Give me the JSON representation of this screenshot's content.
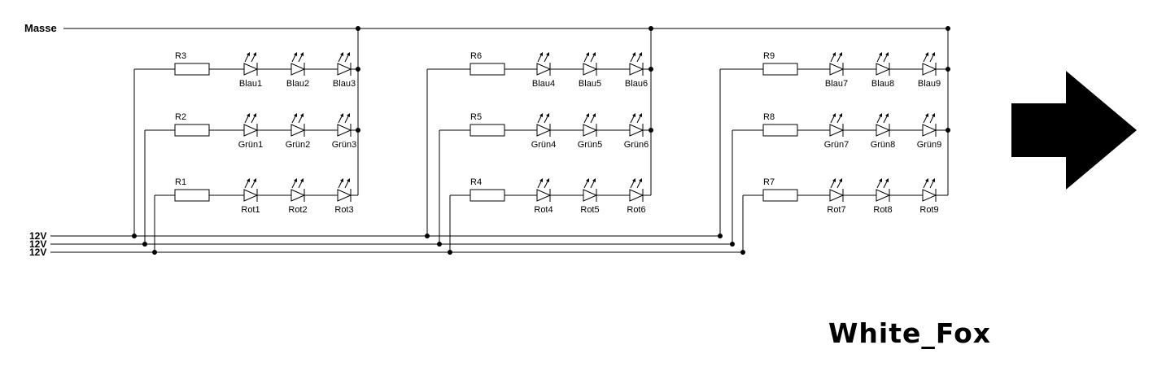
{
  "diagram": {
    "ground_label": "Masse",
    "supply_labels": [
      "12V",
      "12V",
      "12V"
    ],
    "watermark": "White_Fox",
    "colors": {
      "stroke": "#000000",
      "background": "#ffffff"
    },
    "groups": [
      {
        "rows": [
          {
            "resistor": "R3",
            "leds": [
              "Blau1",
              "Blau2",
              "Blau3"
            ]
          },
          {
            "resistor": "R2",
            "leds": [
              "Grün1",
              "Grün2",
              "Grün3"
            ]
          },
          {
            "resistor": "R1",
            "leds": [
              "Rot1",
              "Rot2",
              "Rot3"
            ]
          }
        ]
      },
      {
        "rows": [
          {
            "resistor": "R6",
            "leds": [
              "Blau4",
              "Blau5",
              "Blau6"
            ]
          },
          {
            "resistor": "R5",
            "leds": [
              "Grün4",
              "Grün5",
              "Grün6"
            ]
          },
          {
            "resistor": "R4",
            "leds": [
              "Rot4",
              "Rot5",
              "Rot6"
            ]
          }
        ]
      },
      {
        "rows": [
          {
            "resistor": "R9",
            "leds": [
              "Blau7",
              "Blau8",
              "Blau9"
            ]
          },
          {
            "resistor": "R8",
            "leds": [
              "Grün7",
              "Grün8",
              "Grün9"
            ]
          },
          {
            "resistor": "R7",
            "leds": [
              "Rot7",
              "Rot8",
              "Rot9"
            ]
          }
        ]
      }
    ]
  }
}
